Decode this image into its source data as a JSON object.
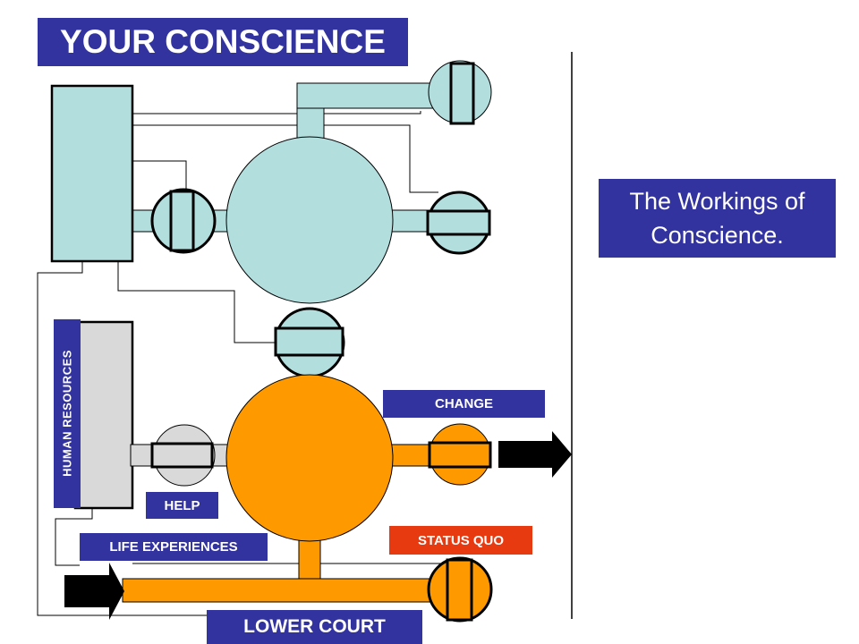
{
  "title": "YOUR CONSCIENCE",
  "subtitle": "The Workings of Conscience.",
  "labels": {
    "change": "CHANGE",
    "help": "HELP",
    "status_quo": "STATUS QUO",
    "life_experiences": "LIFE EXPERIENCES",
    "lower_court": "LOWER COURT",
    "human_resources": "HUMAN RESOURCES"
  },
  "colors": {
    "label_blue": "#3333a0",
    "status_red": "#e83a10",
    "light_blue": "#b3dede",
    "orange": "#ff9900",
    "gray": "#d9d9d9"
  }
}
